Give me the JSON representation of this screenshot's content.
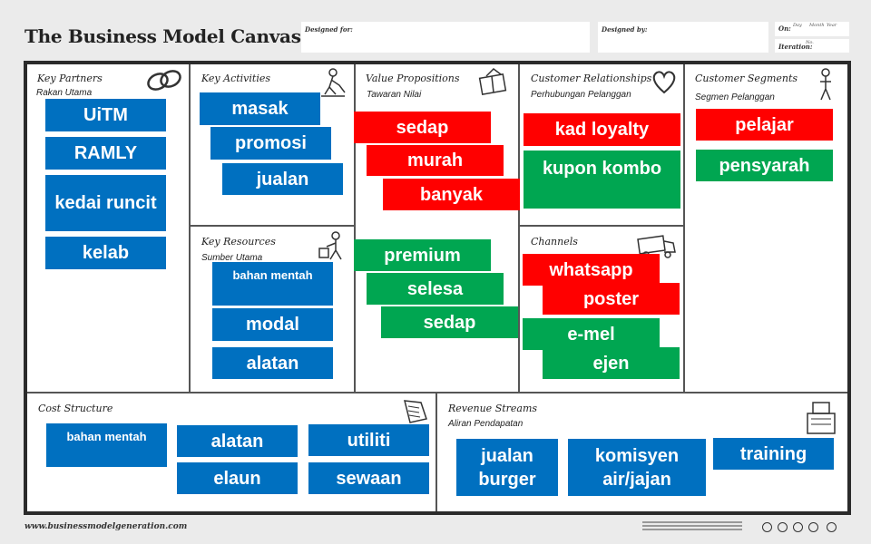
{
  "header": {
    "title": "The Business Model Canvas",
    "designed_for": "Designed for:",
    "designed_by": "Designed by:",
    "on": "On:",
    "iteration": "Iteration:",
    "day": "Day",
    "month": "Month",
    "year": "Year",
    "no": "No."
  },
  "sections": {
    "key_partners": {
      "title": "Key Partners",
      "subtitle": "Rakan Utama"
    },
    "key_activities": {
      "title": "Key Activities"
    },
    "key_resources": {
      "title": "Key Resources",
      "subtitle": "Sumber Utama"
    },
    "value_propositions": {
      "title": "Value Propositions",
      "subtitle": "Tawaran Nilai"
    },
    "customer_relationships": {
      "title": "Customer Relationships",
      "subtitle": "Perhubungan Pelanggan"
    },
    "channels": {
      "title": "Channels"
    },
    "customer_segments": {
      "title": "Customer Segments",
      "subtitle": "Segmen Pelanggan"
    },
    "cost_structure": {
      "title": "Cost Structure"
    },
    "revenue_streams": {
      "title": "Revenue Streams",
      "subtitle": "Aliran Pendapatan"
    }
  },
  "notes": {
    "key_partners": [
      "UiTM",
      "RAMLY",
      "kedai runcit",
      "kelab"
    ],
    "key_activities": [
      "masak",
      "promosi",
      "jualan"
    ],
    "key_resources": [
      "bahan  mentah",
      "modal",
      "alatan"
    ],
    "value_propositions": [
      "sedap",
      "murah",
      "banyak",
      "premium",
      "selesa",
      "sedap"
    ],
    "customer_relationships": [
      "kad loyalty",
      "kupon kombo"
    ],
    "channels": [
      "whatsapp",
      "poster",
      "e-mel",
      "ejen"
    ],
    "customer_segments": [
      "pelajar",
      "pensyarah"
    ],
    "cost_structure": [
      "bahan  mentah",
      "alatan",
      "utiliti",
      "elaun",
      "sewaan"
    ],
    "revenue_streams": [
      "jualan burger",
      "komisyen air/jajan",
      "training"
    ]
  },
  "colors": {
    "blue": "#0070c0",
    "red": "#ff0000",
    "green": "#00a651",
    "frame": "#2b2b2b"
  },
  "footer": {
    "url": "www.businessmodelgeneration.com"
  }
}
